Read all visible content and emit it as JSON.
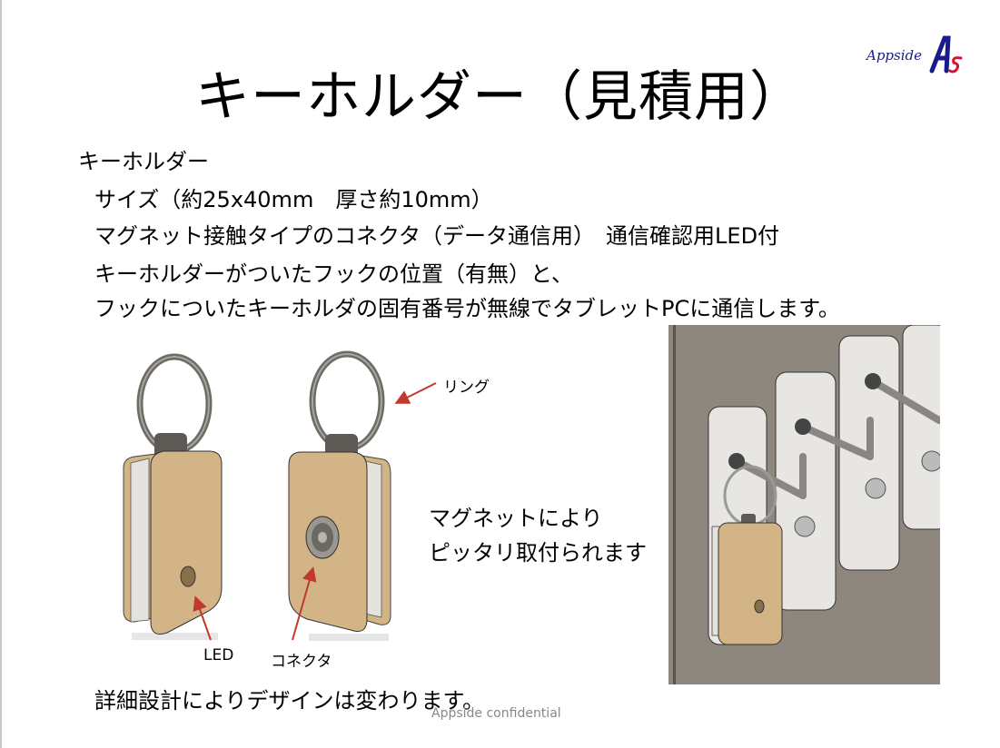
{
  "slide": {
    "title": "キーホルダー（見積用）",
    "logo": {
      "text": "Appside",
      "mark": "AS",
      "mark_color": "#1a1a8c",
      "accent_color": "#d8102a"
    },
    "heading": "キーホルダー",
    "bullets": [
      "サイズ（約25x40mm　厚さ約10mm）",
      "マグネット接触タイプのコネクタ（データ通信用）　通信確認用LED付",
      "キーホルダーがついたフックの位置（有無）と、",
      "フックについたキーホルダの固有番号が無線でタブレットPCに通信します。"
    ],
    "figure": {
      "labels": {
        "ring": "リング",
        "led": "LED",
        "connector": "コネクタ"
      },
      "arrow_color": "#c0392b",
      "body_color": "#d2b486",
      "side_color": "#e4e2dc",
      "ring_color": "#6e6b66"
    },
    "magnet_note": [
      "マグネットにより",
      "ピッタリ取付られます"
    ],
    "footer_note": "詳細設計によりデザインは変わります。",
    "confidential": "Appside confidential"
  }
}
